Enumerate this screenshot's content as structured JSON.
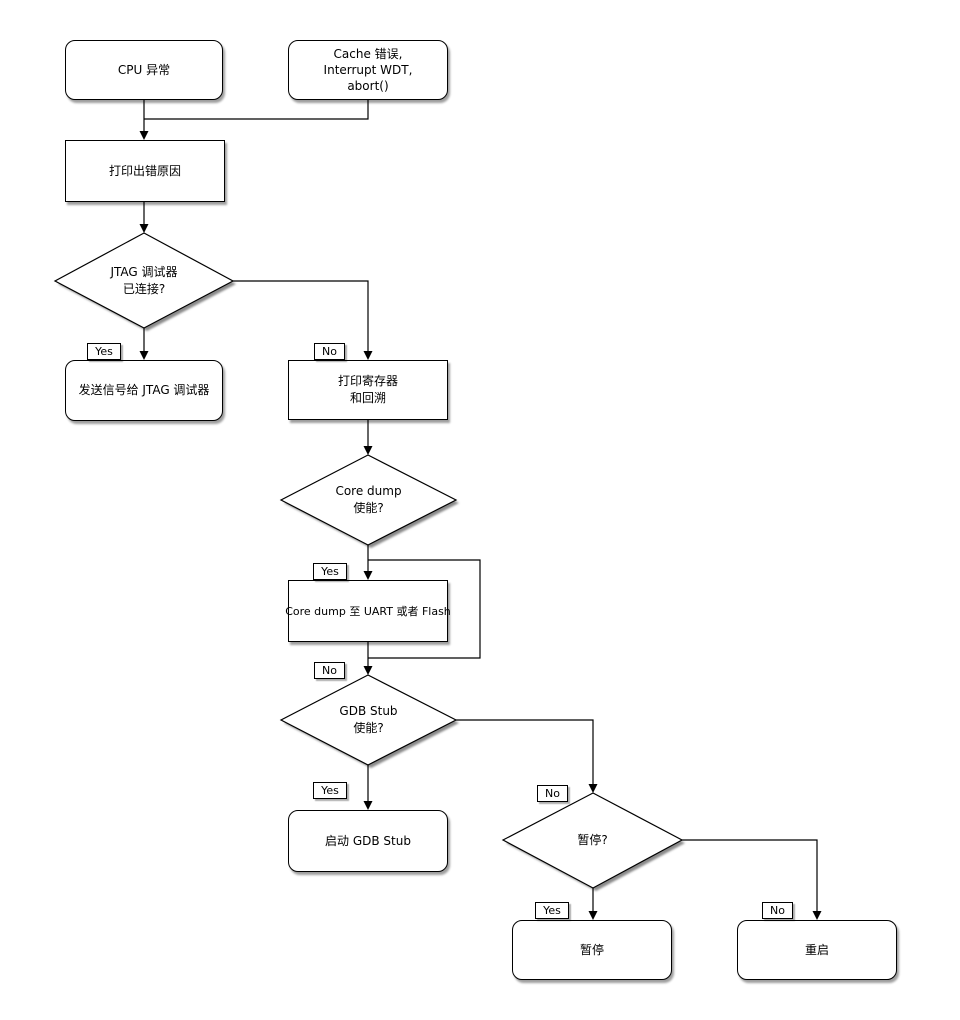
{
  "diagram": {
    "colors": {
      "background": "#ffffff",
      "line": "#000000",
      "node_fill": "#ffffff",
      "node_border": "#000000",
      "shadow": "#8a8a8a"
    },
    "nodes": {
      "cpu_exception": {
        "type": "terminal",
        "lines": [
          "CPU 异常"
        ]
      },
      "cache_error": {
        "type": "terminal",
        "lines": [
          "Cache 错误,",
          "Interrupt WDT,",
          "abort()"
        ]
      },
      "print_error_reason": {
        "type": "process",
        "lines": [
          "打印出错原因"
        ]
      },
      "jtag_connected": {
        "type": "decision",
        "lines": [
          "JTAG 调试器",
          "已连接?"
        ]
      },
      "send_signal_jtag": {
        "type": "terminal",
        "lines": [
          "发送信号给 JTAG 调试器"
        ]
      },
      "print_registers_backtrace": {
        "type": "process",
        "lines": [
          "打印寄存器",
          "和回溯"
        ]
      },
      "core_dump_enabled": {
        "type": "decision",
        "lines": [
          "Core dump",
          "使能?"
        ]
      },
      "core_dump_uart_flash": {
        "type": "process",
        "lines": [
          "Core dump 至 UART 或者 Flash"
        ]
      },
      "gdb_stub_enabled": {
        "type": "decision",
        "lines": [
          "GDB Stub",
          "使能?"
        ]
      },
      "start_gdb_stub": {
        "type": "terminal",
        "lines": [
          "启动 GDB Stub"
        ]
      },
      "halt_decision": {
        "type": "decision",
        "lines": [
          "暂停?"
        ]
      },
      "halt": {
        "type": "terminal",
        "lines": [
          "暂停"
        ]
      },
      "reboot": {
        "type": "terminal",
        "lines": [
          "重启"
        ]
      }
    },
    "edge_labels": {
      "jtag_yes": "Yes",
      "jtag_no": "No",
      "coredump_yes": "Yes",
      "coredump_no": "No",
      "gdb_yes": "Yes",
      "gdb_no": "No",
      "halt_yes": "Yes",
      "halt_no": "No"
    }
  }
}
